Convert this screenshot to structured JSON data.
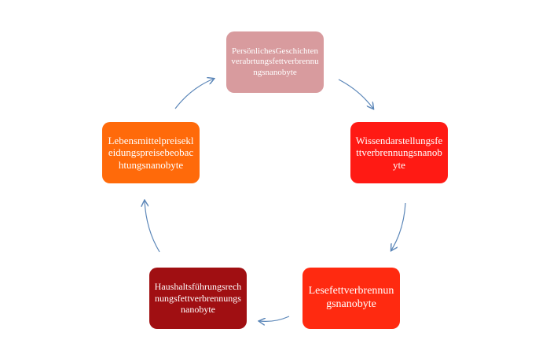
{
  "nodes": [
    {
      "label": "PersönlichesGeschichtenverabrtungsfettverbrennungsnanobyte",
      "color": "#d89b9e"
    },
    {
      "label": "Wissendarstellungsfettverbrennungsnanobyte",
      "color": "#ff1a14"
    },
    {
      "label": "Lesefettverbrennungsnanobyte",
      "color": "#ff2a10"
    },
    {
      "label": "Haushaltsführungsrechnungsfettverbrennungsnanobyte",
      "color": "#a00f12"
    },
    {
      "label": "Lebensmittelpreisekleidungspreisebeobachtungsnanobyte",
      "color": "#ff6a0a"
    }
  ],
  "arrow_color": "#5b86b8"
}
